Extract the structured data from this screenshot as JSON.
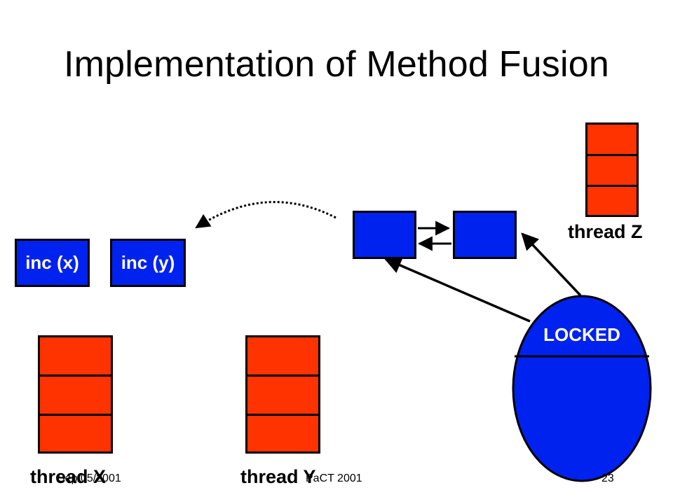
{
  "slide": {
    "title": "Implementation of Method Fusion",
    "method_boxes": [
      {
        "label": "inc (x)"
      },
      {
        "label": "inc (y)"
      }
    ],
    "threads": {
      "x_label": "thread X",
      "y_label": "thread Y",
      "z_label": "thread Z"
    },
    "lock": {
      "label": "LOCKED"
    },
    "footer": {
      "date": "Sep/05/2001",
      "conference": "PaCT 2001",
      "page_number": "23"
    },
    "colors": {
      "box_blue": "#0022ee",
      "stack_red": "#ff3300"
    }
  }
}
